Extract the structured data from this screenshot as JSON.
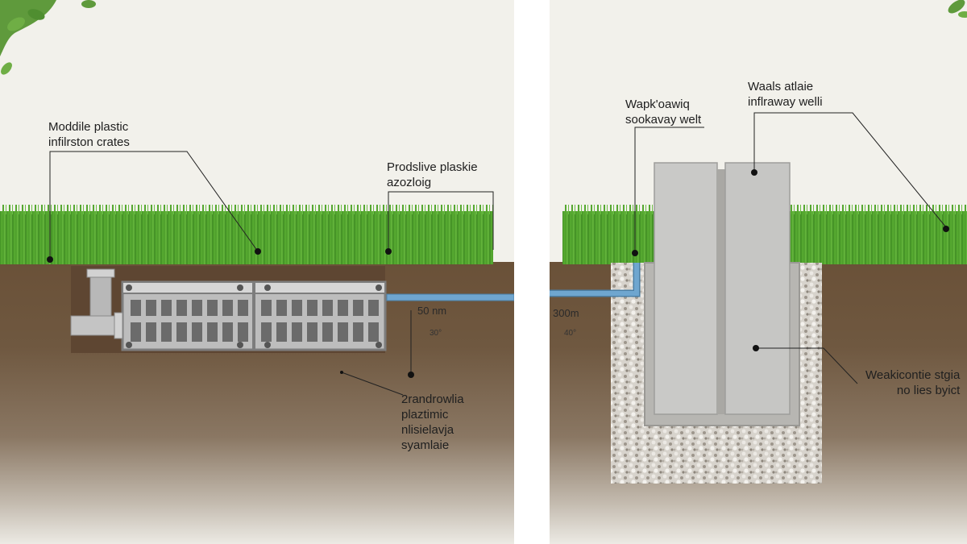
{
  "left": {
    "labels": {
      "crates": "Moddile plastic\ninfilrston crates",
      "pipe": "Prodslive plaskie\nazozloig",
      "system": "2randrowlia\nplaztimic\nnlisielavja\nsyamlaie"
    },
    "dimensions": {
      "depth": "50 nm",
      "angle": "30°"
    }
  },
  "right": {
    "labels": {
      "sookaway": "Wapk'oawiq\nsookavay welt",
      "well": "Waals atlaie\ninflraway welli",
      "concrete": "Weakicontie stgia\nno lies byict"
    },
    "dimensions": {
      "depth": "300m",
      "angle": "40°"
    }
  },
  "colors": {
    "grass": "#4e9e2c",
    "soil": "#6a5138",
    "concrete": "#c9c9c7",
    "gravel": "#dcd8d2",
    "pipe_blue": "#6fa6cf",
    "crate_frame": "#a9a9a9"
  },
  "icons": [
    "tree-leaves-icon",
    "elbow-pipe-icon"
  ]
}
